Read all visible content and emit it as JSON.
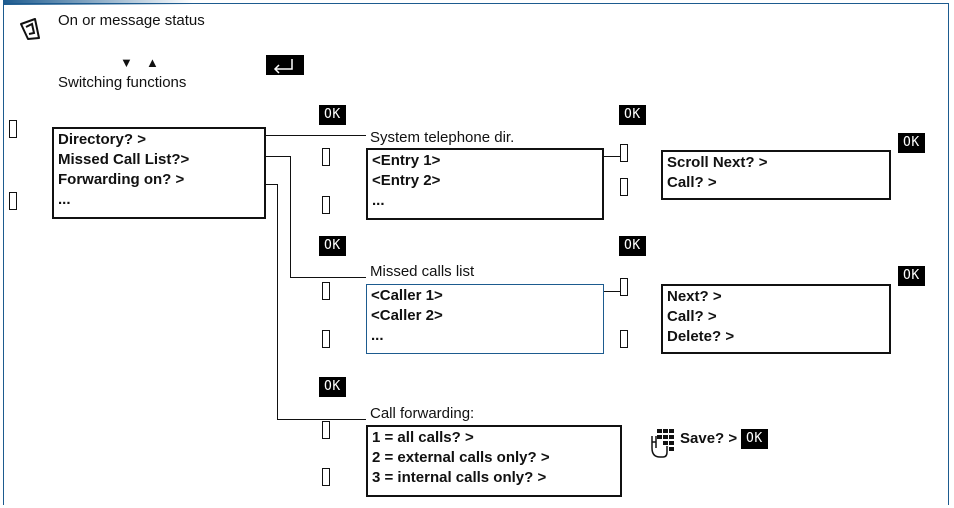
{
  "header": {
    "status_label": "On or message status",
    "switching_label": "Switching functions",
    "arrow_down": "▼",
    "arrow_up": "▲",
    "status_icon": "handset-icon",
    "back_icon": "back-arrow-icon"
  },
  "ok_label": "OK",
  "main_menu": {
    "items": [
      "Directory? >",
      "Missed Call List?>",
      "Forwarding on? >",
      "..."
    ]
  },
  "directory": {
    "title": "System telephone dir.",
    "entries": [
      "<Entry 1>",
      "<Entry 2>",
      "..."
    ],
    "submenu": [
      "Scroll Next? >",
      "Call? >"
    ]
  },
  "missed": {
    "title": "Missed calls list",
    "entries": [
      "<Caller 1>",
      "<Caller 2>",
      "..."
    ],
    "submenu": [
      "Next? >",
      "Call? >",
      "Delete? >"
    ]
  },
  "forwarding": {
    "title": "Call forwarding:",
    "options": [
      "1 = all calls? >",
      "2 = external calls only? >",
      "3 = internal calls only? >"
    ],
    "save_label": "Save? >",
    "keypad_icon": "keypad-hand-icon"
  },
  "colors": {
    "frame": "#1d5b8f",
    "ok_bg": "#000000",
    "ok_text": "#ffffff"
  }
}
